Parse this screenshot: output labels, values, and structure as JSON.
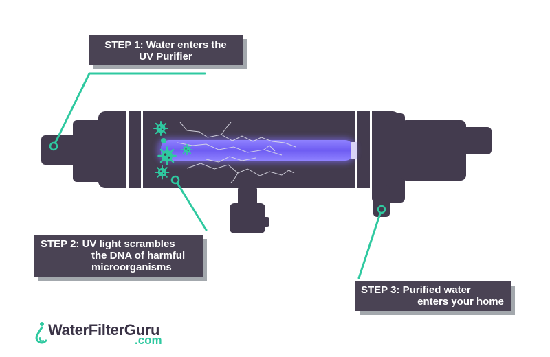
{
  "steps": {
    "step1": {
      "line1": "STEP 1: Water enters the",
      "line2": "UV Purifier"
    },
    "step2": {
      "line1": "STEP 2: UV light scrambles",
      "line2": "the DNA of harmful",
      "line3": "microorganisms"
    },
    "step3": {
      "line1": "STEP 3: Purified water",
      "line2": "enters your home"
    }
  },
  "logo": {
    "brand": "WaterFilterGuru",
    "tld": ".com"
  },
  "colors": {
    "device": "#433b4e",
    "accent": "#2fc9a0",
    "uv_lamp": "#7b6cf0",
    "label_bg": "#4a4354",
    "label_shadow": "#a3a8ad"
  },
  "icons": [
    "microbe-icon",
    "water-drop-icon"
  ]
}
